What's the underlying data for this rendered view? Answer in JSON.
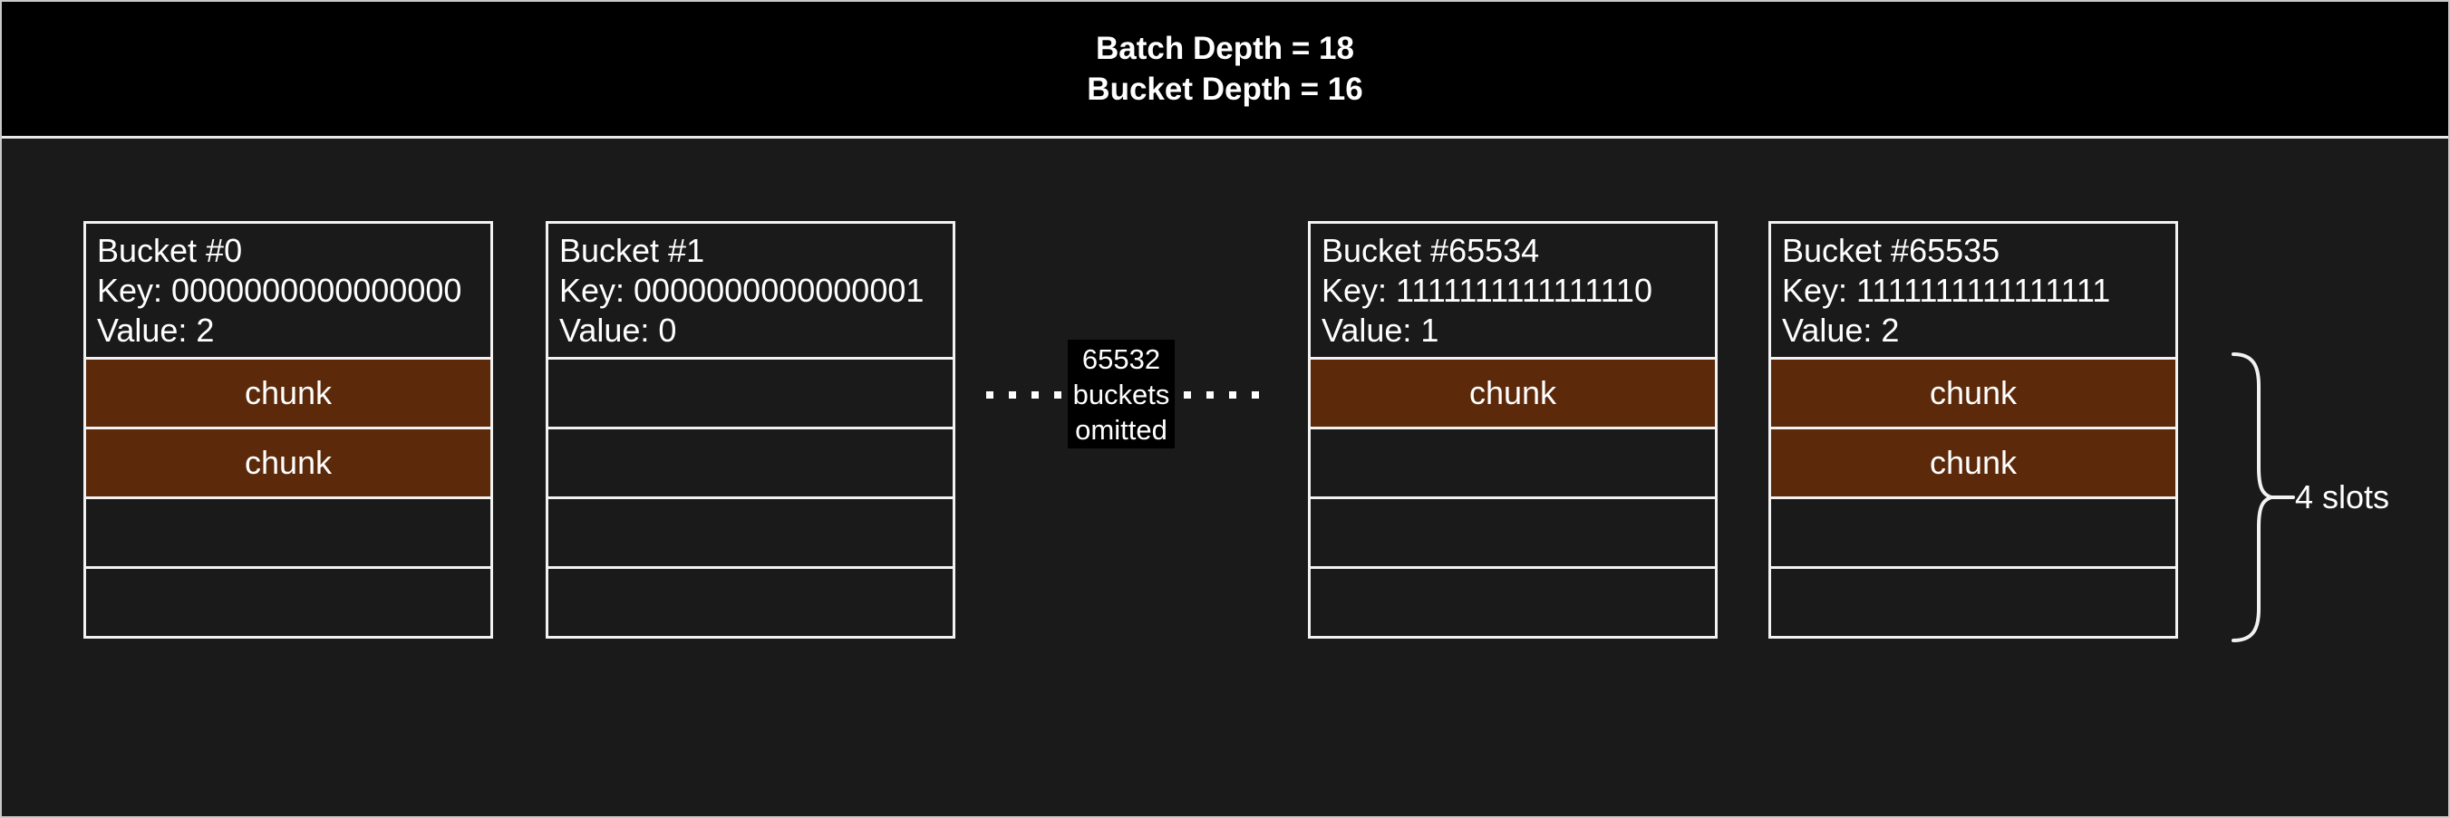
{
  "header": {
    "batch_depth_label": "Batch Depth = 18",
    "bucket_depth_label": "Bucket Depth = 16"
  },
  "buckets": [
    {
      "title": "Bucket #0",
      "key_label": "Key: 0000000000000000",
      "value_label": "Value: 2",
      "slots": [
        "chunk",
        "chunk",
        "",
        ""
      ]
    },
    {
      "title": "Bucket #1",
      "key_label": "Key: 0000000000000001",
      "value_label": "Value: 0",
      "slots": [
        "",
        "",
        "",
        ""
      ]
    },
    {
      "title": "Bucket #65534",
      "key_label": "Key: 1111111111111110",
      "value_label": "Value: 1",
      "slots": [
        "chunk",
        "",
        "",
        ""
      ]
    },
    {
      "title": "Bucket #65535",
      "key_label": "Key: 1111111111111111",
      "value_label": "Value: 2",
      "slots": [
        "chunk",
        "chunk",
        "",
        ""
      ]
    }
  ],
  "omitted": {
    "line1": "65532",
    "line2": "buckets",
    "line3": "omitted"
  },
  "annotation": {
    "slots_label": "4 slots"
  },
  "colors": {
    "canvas_bg": "#1a1a1a",
    "header_bg": "#000000",
    "chunk_fill": "#5c2a0a",
    "box_border": "#f2f2f2",
    "outer_border": "#c9c9c9",
    "text": "#ffffff",
    "omitted_label_bg": "#000000"
  }
}
